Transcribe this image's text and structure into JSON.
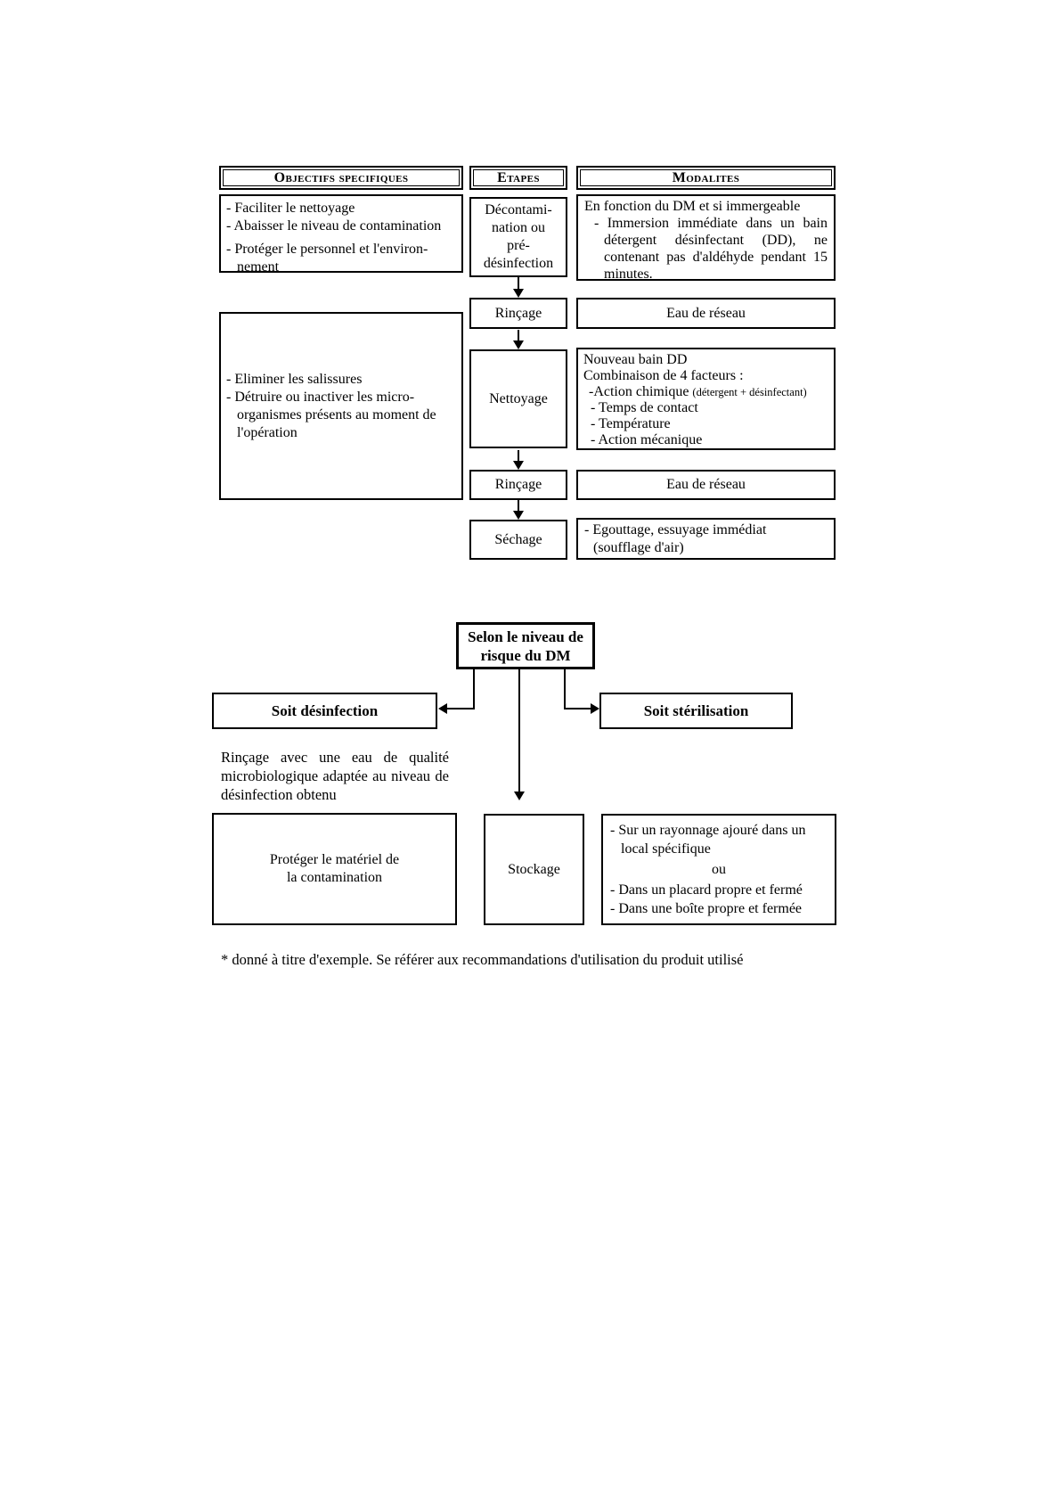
{
  "headers": {
    "objectifs": "Objectifs specifiques",
    "etapes": "Etapes",
    "modalites": "Modalites"
  },
  "row_decontamination": {
    "objectifs": [
      "- Faciliter le nettoyage",
      "- Abaisser le niveau de contamination",
      "- Protéger le personnel et l'environ-",
      "nement"
    ],
    "etape": [
      "Décontami-",
      "nation ou",
      "pré-",
      "désinfection"
    ],
    "modalites_intro": "En fonction du DM et si immergeable",
    "modalites_item": "- Immersion immédiate dans un bain détergent désinfectant (DD), ne contenant pas d'aldéhyde pendant 15 minutes."
  },
  "row_rincage1": {
    "etape": "Rinçage",
    "modalites": "Eau de réseau"
  },
  "objectifs_nettoyage": [
    "- Eliminer les salissures",
    "- Détruire ou inactiver les micro-",
    "organismes présents au moment de",
    "l'opération"
  ],
  "row_nettoyage": {
    "etape": "Nettoyage",
    "modalites": [
      "Nouveau bain DD",
      "Combinaison de 4 facteurs :",
      "-Action chimique",
      "(détergent + désinfectant)",
      "- Temps de contact",
      "- Température",
      "- Action mécanique"
    ]
  },
  "row_rincage2": {
    "etape": "Rinçage",
    "modalites": "Eau de réseau"
  },
  "row_sechage": {
    "etape": "Séchage",
    "modalites": [
      "- Egouttage, essuyage immédiat",
      "(soufflage d'air)"
    ]
  },
  "decision": {
    "line1": "Selon le niveau de",
    "line2": "risque du DM"
  },
  "branch_left": {
    "title": "Soit désinfection",
    "note": "Rinçage avec une eau de qualité microbiologique adaptée au niveau de désinfection obtenu",
    "objectif": [
      "Protéger le matériel de",
      "la contamination"
    ]
  },
  "branch_right": {
    "title": "Soit stérilisation"
  },
  "row_stockage": {
    "etape": "Stockage",
    "modalites": {
      "item1_line1": "- Sur un rayonnage ajouré dans un",
      "item1_line2": "local spécifique",
      "or_word": "ou",
      "item2_line1": "- Dans un placard propre et fermé",
      "item2_line2": "- Dans une boîte propre et fermée"
    }
  },
  "footnote": "* donné à titre d'exemple. Se référer aux recommandations d'utilisation du produit utilisé"
}
